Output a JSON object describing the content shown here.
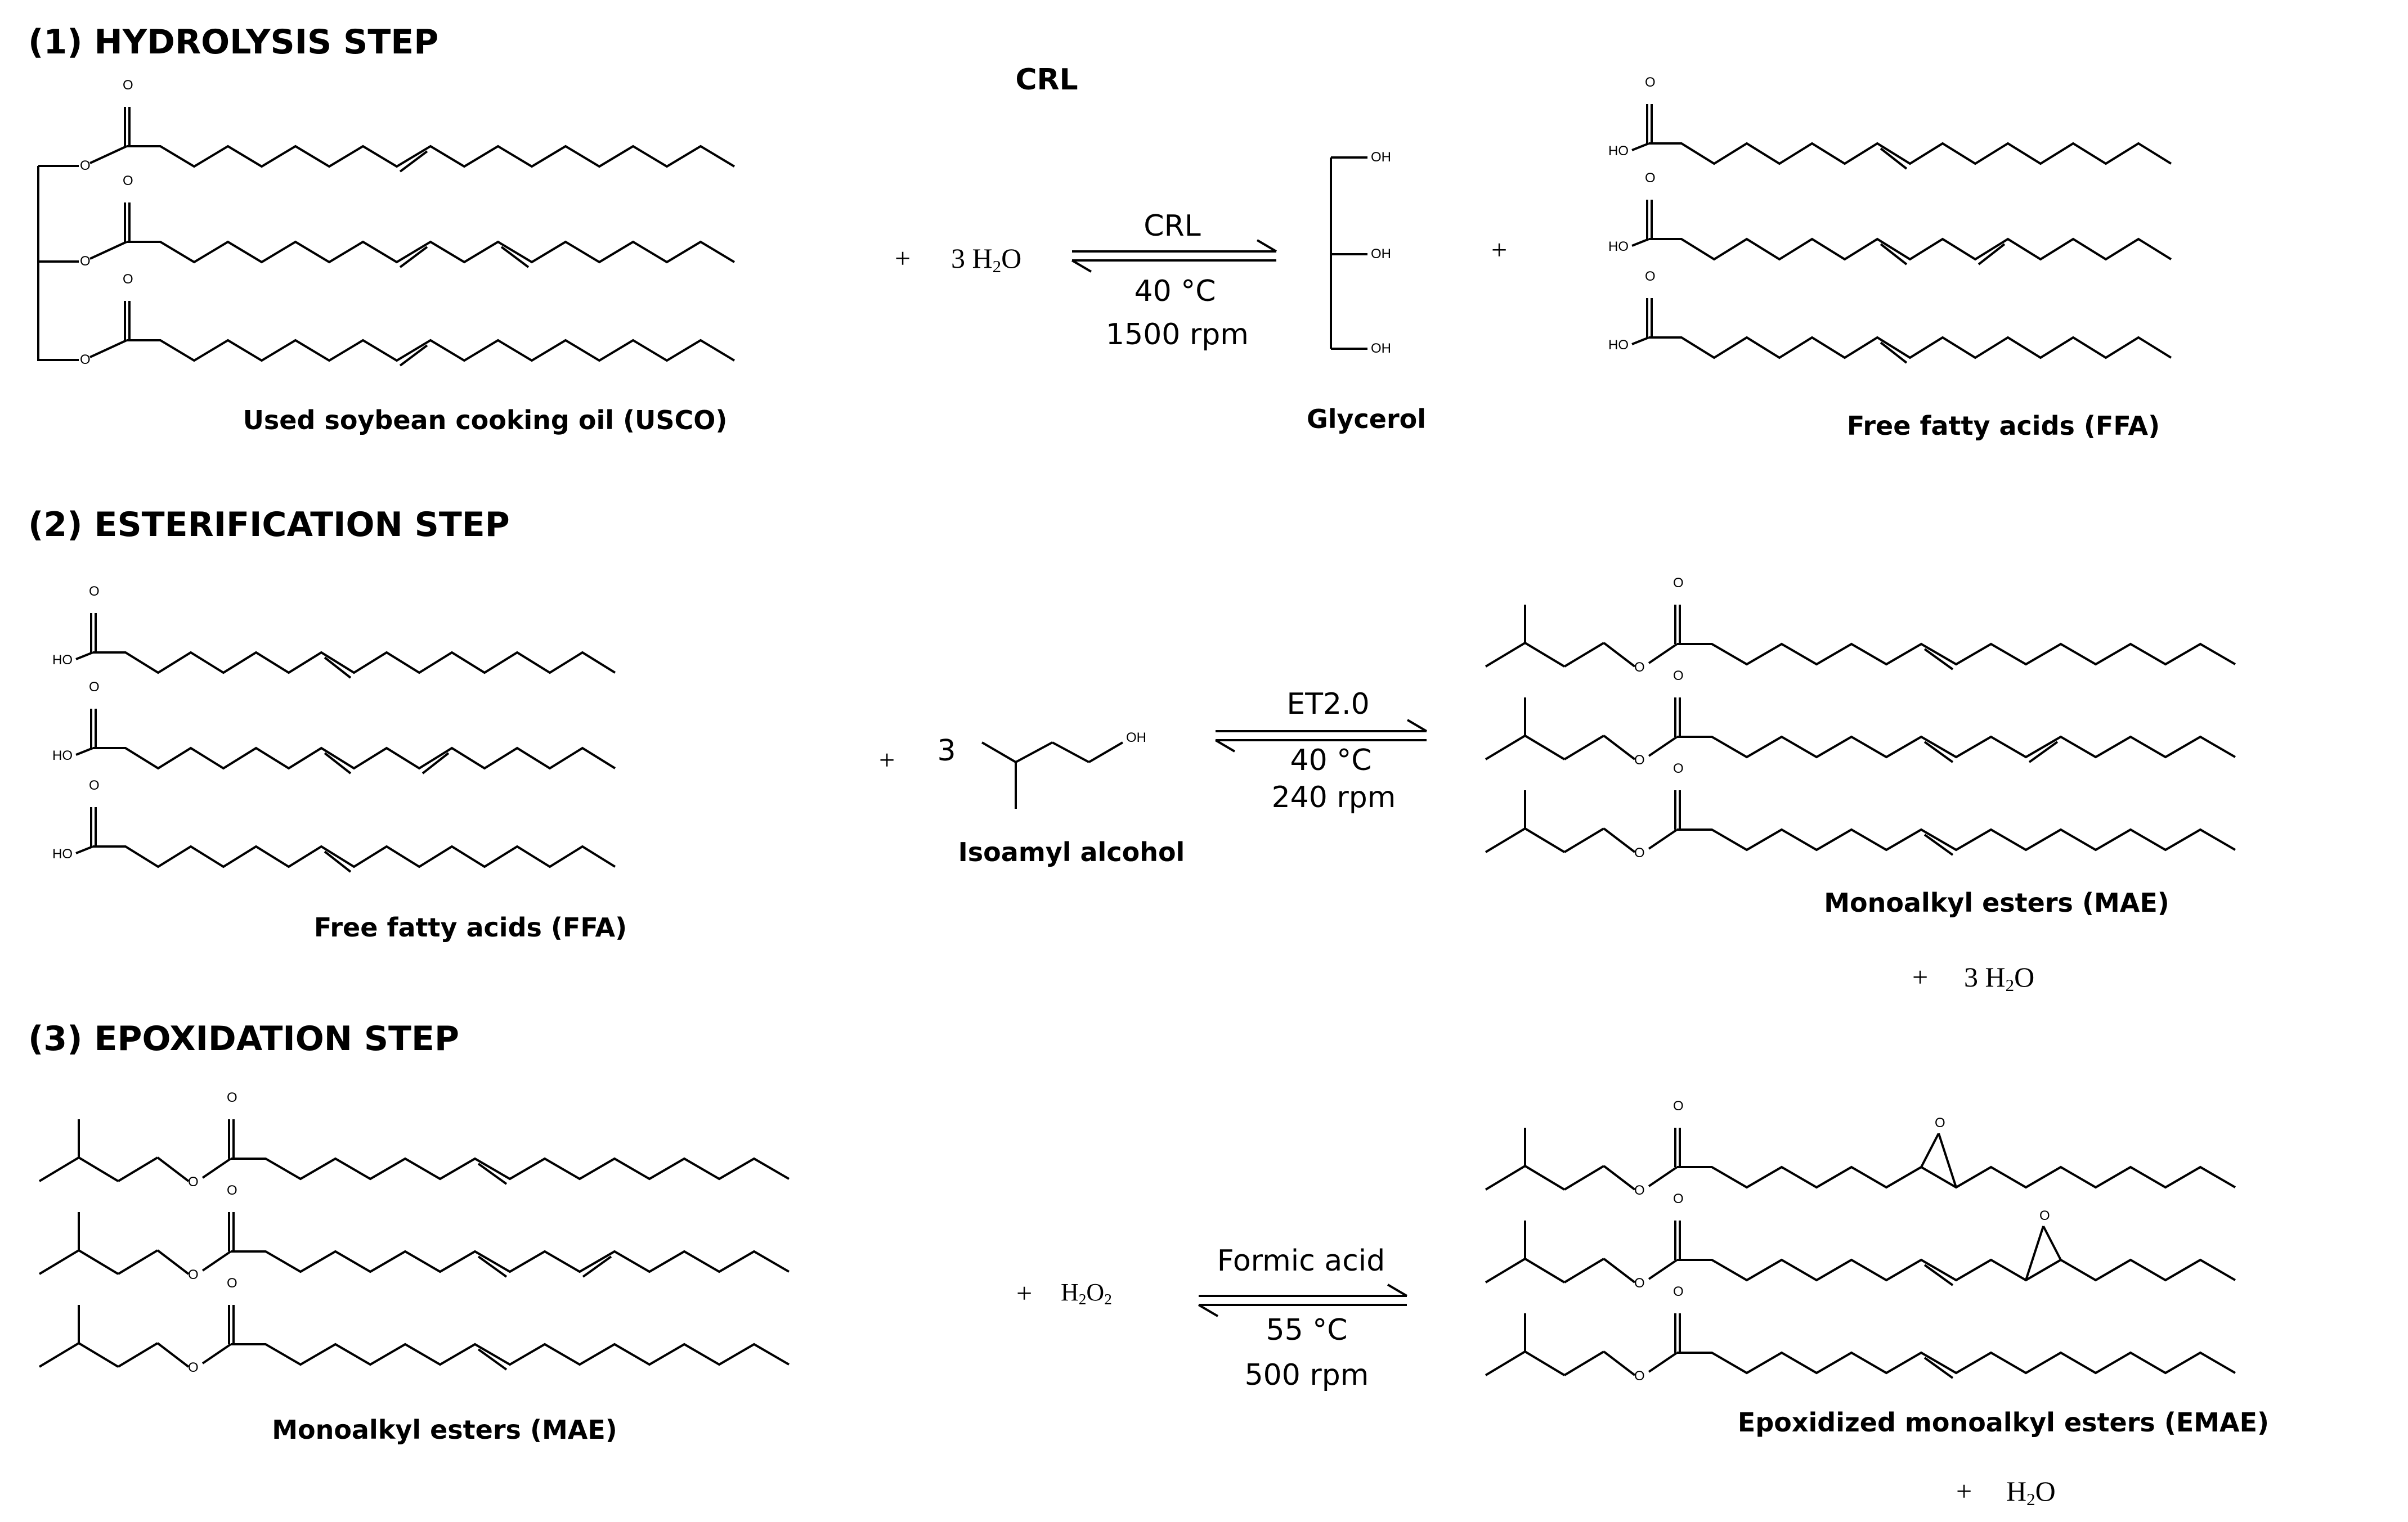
{
  "steps": {
    "hydrolysis": {
      "number": "(1)",
      "title": "HYDROLYSIS STEP",
      "top_catalyst": "CRL",
      "reagent_coef": "3",
      "reagent": "H",
      "reagent_sub": "2",
      "reagent_tail": "O",
      "catalyst": "CRL",
      "temperature": "40 °C",
      "speed": "1500 rpm",
      "reactant_label": "Used soybean cooking oil (USCO)",
      "product1_label": "Glycerol",
      "product2_label": "Free fatty acids (FFA)"
    },
    "esterification": {
      "number": "(2)",
      "title": "ESTERIFICATION STEP",
      "reagent_coef": "3",
      "catalyst": "ET2.0",
      "temperature": "40 °C",
      "speed": "240 rpm",
      "reactant_label": "Free fatty acids (FFA)",
      "reagent_label": "Isoamyl alcohol",
      "product_label": "Monoalkyl esters (MAE)",
      "byproduct_coef": "3",
      "byproduct": "H",
      "byproduct_sub": "2",
      "byproduct_tail": "O"
    },
    "epoxidation": {
      "number": "(3)",
      "title": "EPOXIDATION STEP",
      "reagent": "H",
      "reagent_sub1": "2",
      "reagent_mid": "O",
      "reagent_sub2": "2",
      "catalyst": "Formic acid",
      "temperature": "55 °C",
      "speed": "500 rpm",
      "reactant_label": "Monoalkyl esters (MAE)",
      "product_label": "Epoxidized monoalkyl esters (EMAE)",
      "byproduct": "H",
      "byproduct_sub": "2",
      "byproduct_tail": "O"
    }
  },
  "atoms": {
    "oxygen": "O",
    "hydroxyl": "OH",
    "hydroxyl_left": "HO"
  },
  "plus_sign": "+"
}
